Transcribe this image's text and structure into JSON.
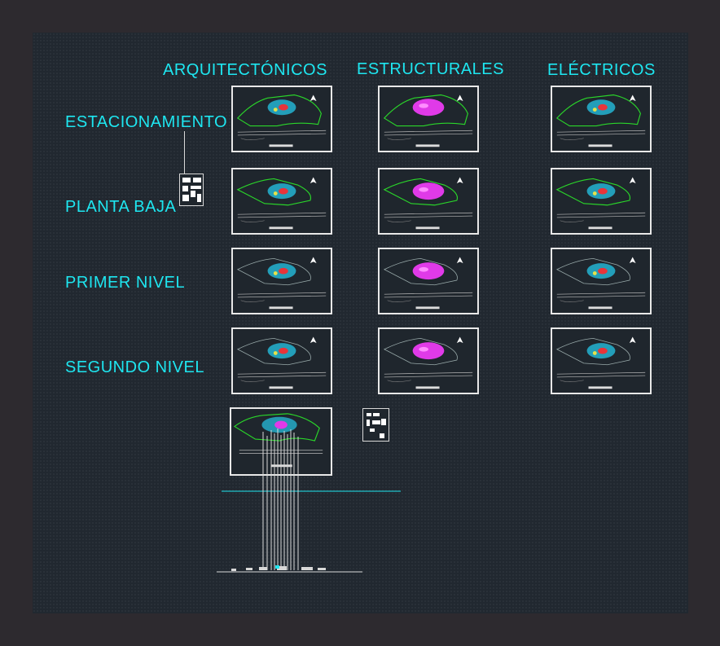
{
  "columns": [
    {
      "id": "arq",
      "label": "ARQUITECTÓNICOS"
    },
    {
      "id": "est",
      "label": "ESTRUCTURALES"
    },
    {
      "id": "ele",
      "label": "ELÉCTRICOS"
    }
  ],
  "rows": [
    {
      "id": "est",
      "label": "ESTACIONAMIENTO"
    },
    {
      "id": "pb",
      "label": "PLANTA BAJA"
    },
    {
      "id": "pn",
      "label": "PRIMER NIVEL"
    },
    {
      "id": "sn",
      "label": "SEGUNDO NIVEL"
    }
  ],
  "colors": {
    "label": "#1ee6f0",
    "background": "#212830",
    "frame": "#e8e8e8",
    "site_green": "#2ad62a",
    "structure_magenta": "#e03ae8",
    "blueprint_cyan": "#26c7e8"
  }
}
